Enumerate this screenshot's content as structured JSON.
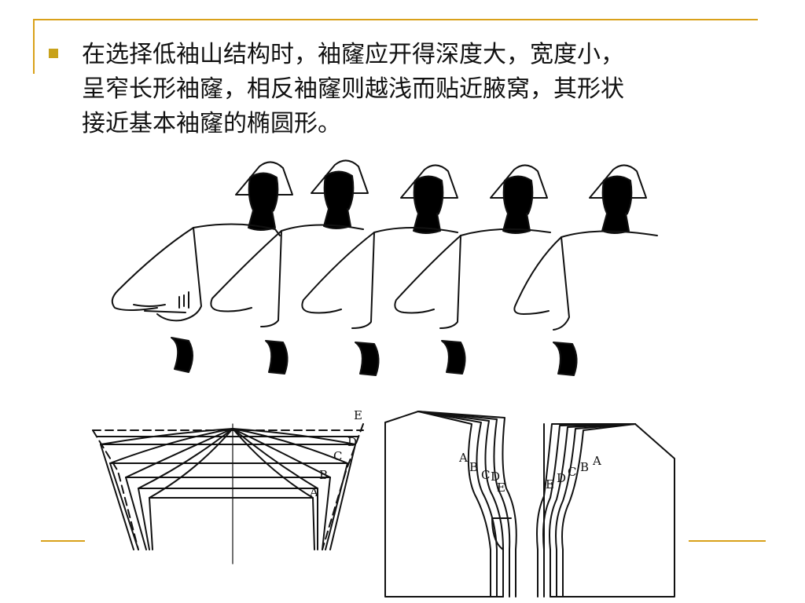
{
  "slide": {
    "paragraph_lines": [
      "在选择低袖山结构时，袖窿应开得深度大，宽度小，",
      "呈窄长形袖窿，相反袖窿则越浅而贴近腋窝，其形状",
      "接近基本袖窿的椭圆形。"
    ],
    "accent_color": "#d9a11a",
    "bullet_color": "#c8a21b"
  },
  "figures": {
    "sleeve_labels": [
      "E",
      "D",
      "C",
      "B",
      "A"
    ],
    "front_labels": [
      "A",
      "B",
      "C",
      "D",
      "E"
    ],
    "back_labels": [
      "E",
      "D",
      "C",
      "B",
      "A"
    ]
  }
}
